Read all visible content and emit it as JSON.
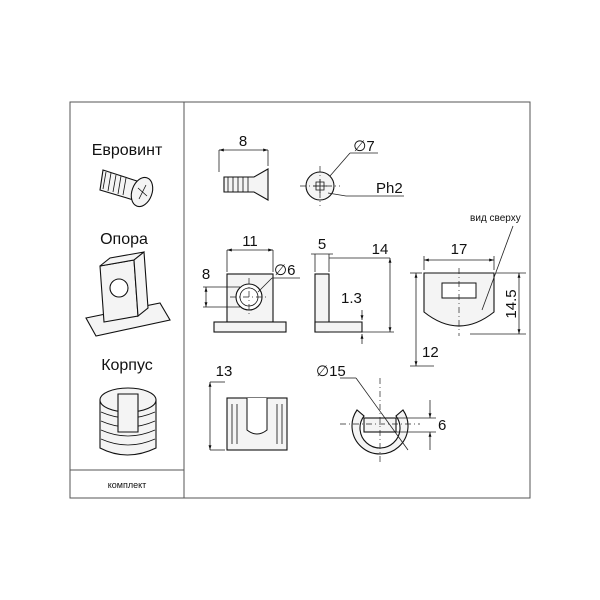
{
  "parts": {
    "eurovint": "Евровинт",
    "opora": "Опора",
    "korpus": "Корпус",
    "komplekt": "комплект"
  },
  "dimensions": {
    "screw_length": "8",
    "head_diameter": "∅7",
    "drive": "Ph2",
    "support_width": "11",
    "support_height": "8",
    "support_hole": "∅6",
    "support_side_width": "5",
    "support_side_length": "14",
    "support_thickness": "1.3",
    "top_view_width": "17",
    "top_view_height": "14.5",
    "top_view_depth": "12",
    "body_length": "13",
    "body_diameter": "∅15",
    "body_slot": "6"
  },
  "notes": {
    "top_view": "вид сверху"
  }
}
